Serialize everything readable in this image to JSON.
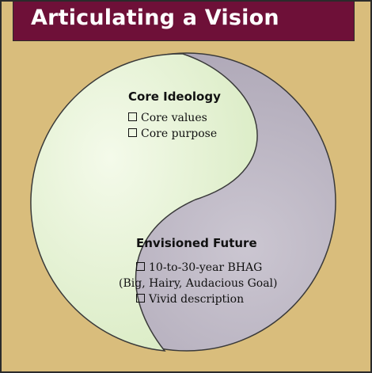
{
  "title": "Articulating a Vision",
  "core_ideology": {
    "heading": "Core Ideology",
    "items": [
      "Core values",
      "Core purpose"
    ]
  },
  "envisioned_future": {
    "heading": "Envisioned Future",
    "item1": "10-to-30-year BHAG",
    "item1_cont": "(Big, Hairy, Audacious Goal)",
    "item2": "Vivid description"
  },
  "colors": {
    "background": "#d9bd7c",
    "title_bar": "#6e1038",
    "ideology_fill": "#e7f3d6",
    "future_fill": "#c2bcc8"
  }
}
